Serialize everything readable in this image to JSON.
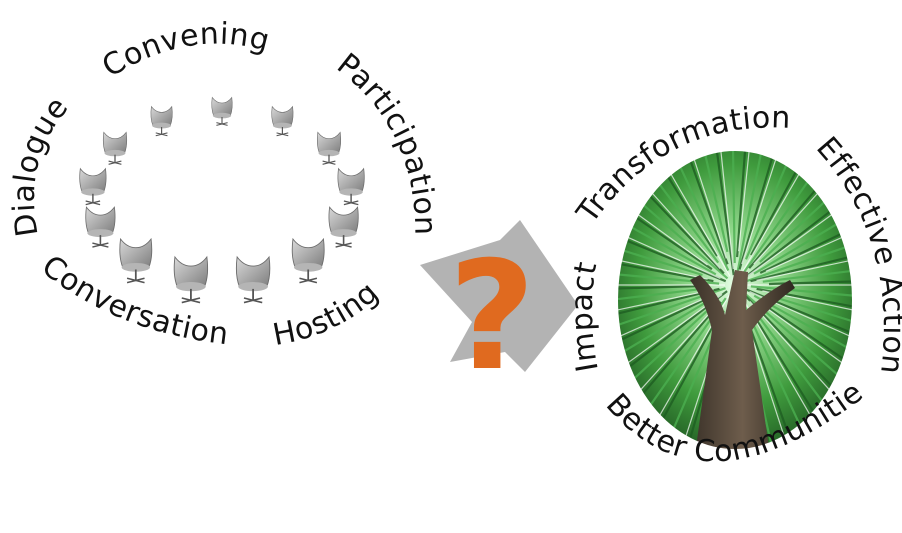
{
  "left_circle": {
    "words": {
      "convening": "Convening",
      "participation": "Participation",
      "dialogue": "Dialogue",
      "conversation": "Conversation",
      "hosting": "Hosting"
    },
    "chair_count": 13,
    "chair_color": "#9a9a9a"
  },
  "center": {
    "question_mark": "?",
    "question_color": "#e06a1f",
    "arrow_color": "#b3b3b3"
  },
  "right_circle": {
    "words": {
      "transformation": "Transformation",
      "effective_action": "Effective Action",
      "impact": "Impact",
      "better_communities": "Better Communities"
    },
    "image_subject": "tree-canopy-photo",
    "image_colors": {
      "leaf": "#4caf50",
      "leaf_dark": "#1f5e22",
      "trunk": "#5a4a3a"
    }
  }
}
